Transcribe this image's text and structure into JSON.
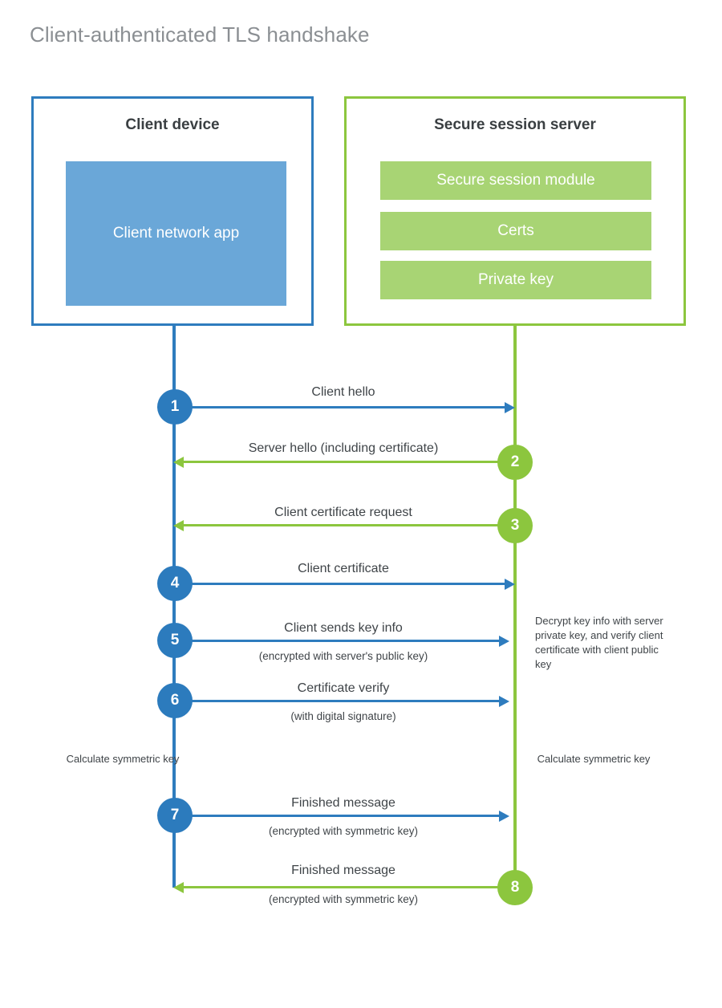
{
  "title": "Client-authenticated TLS handshake",
  "colors": {
    "client_blue": "#2e7cbe",
    "client_app_fill": "#6aa7d8",
    "server_green": "#8cc63e",
    "server_module_fill": "#a8d474",
    "text": "#3f4448",
    "title_gray": "#8b8f93"
  },
  "client": {
    "title": "Client device",
    "app_label": "Client network app"
  },
  "server": {
    "title": "Secure session server",
    "modules": [
      {
        "label": "Secure session module"
      },
      {
        "label": "Certs"
      },
      {
        "label": "Private key"
      }
    ]
  },
  "steps": [
    {
      "number": "1",
      "label": "Client hello",
      "sublabel": "",
      "direction": "right",
      "side": "client",
      "color": "blue"
    },
    {
      "number": "2",
      "label": "Server hello (including certificate)",
      "sublabel": "",
      "direction": "left",
      "side": "server",
      "color": "green"
    },
    {
      "number": "3",
      "label": "Client certificate request",
      "sublabel": "",
      "direction": "left",
      "side": "server",
      "color": "green"
    },
    {
      "number": "4",
      "label": "Client certificate",
      "sublabel": "",
      "direction": "right",
      "side": "client",
      "color": "blue"
    },
    {
      "number": "5",
      "label": "Client sends key info",
      "sublabel": "(encrypted with server's public key)",
      "direction": "right",
      "side": "client",
      "color": "blue"
    },
    {
      "number": "6",
      "label": "Certificate verify",
      "sublabel": "(with digital signature)",
      "direction": "right",
      "side": "client",
      "color": "blue"
    },
    {
      "number": "7",
      "label": "Finished message",
      "sublabel": "(encrypted with symmetric key)",
      "direction": "right",
      "side": "client",
      "color": "blue"
    },
    {
      "number": "8",
      "label": "Finished message",
      "sublabel": "(encrypted with symmetric key)",
      "direction": "left",
      "side": "server",
      "color": "green"
    }
  ],
  "notes": {
    "server_decrypt": "Decrypt key info with server private key, and verify client certificate with client public key",
    "client_calculate": "Calculate symmetric key",
    "server_calculate": "Calculate symmetric key"
  }
}
